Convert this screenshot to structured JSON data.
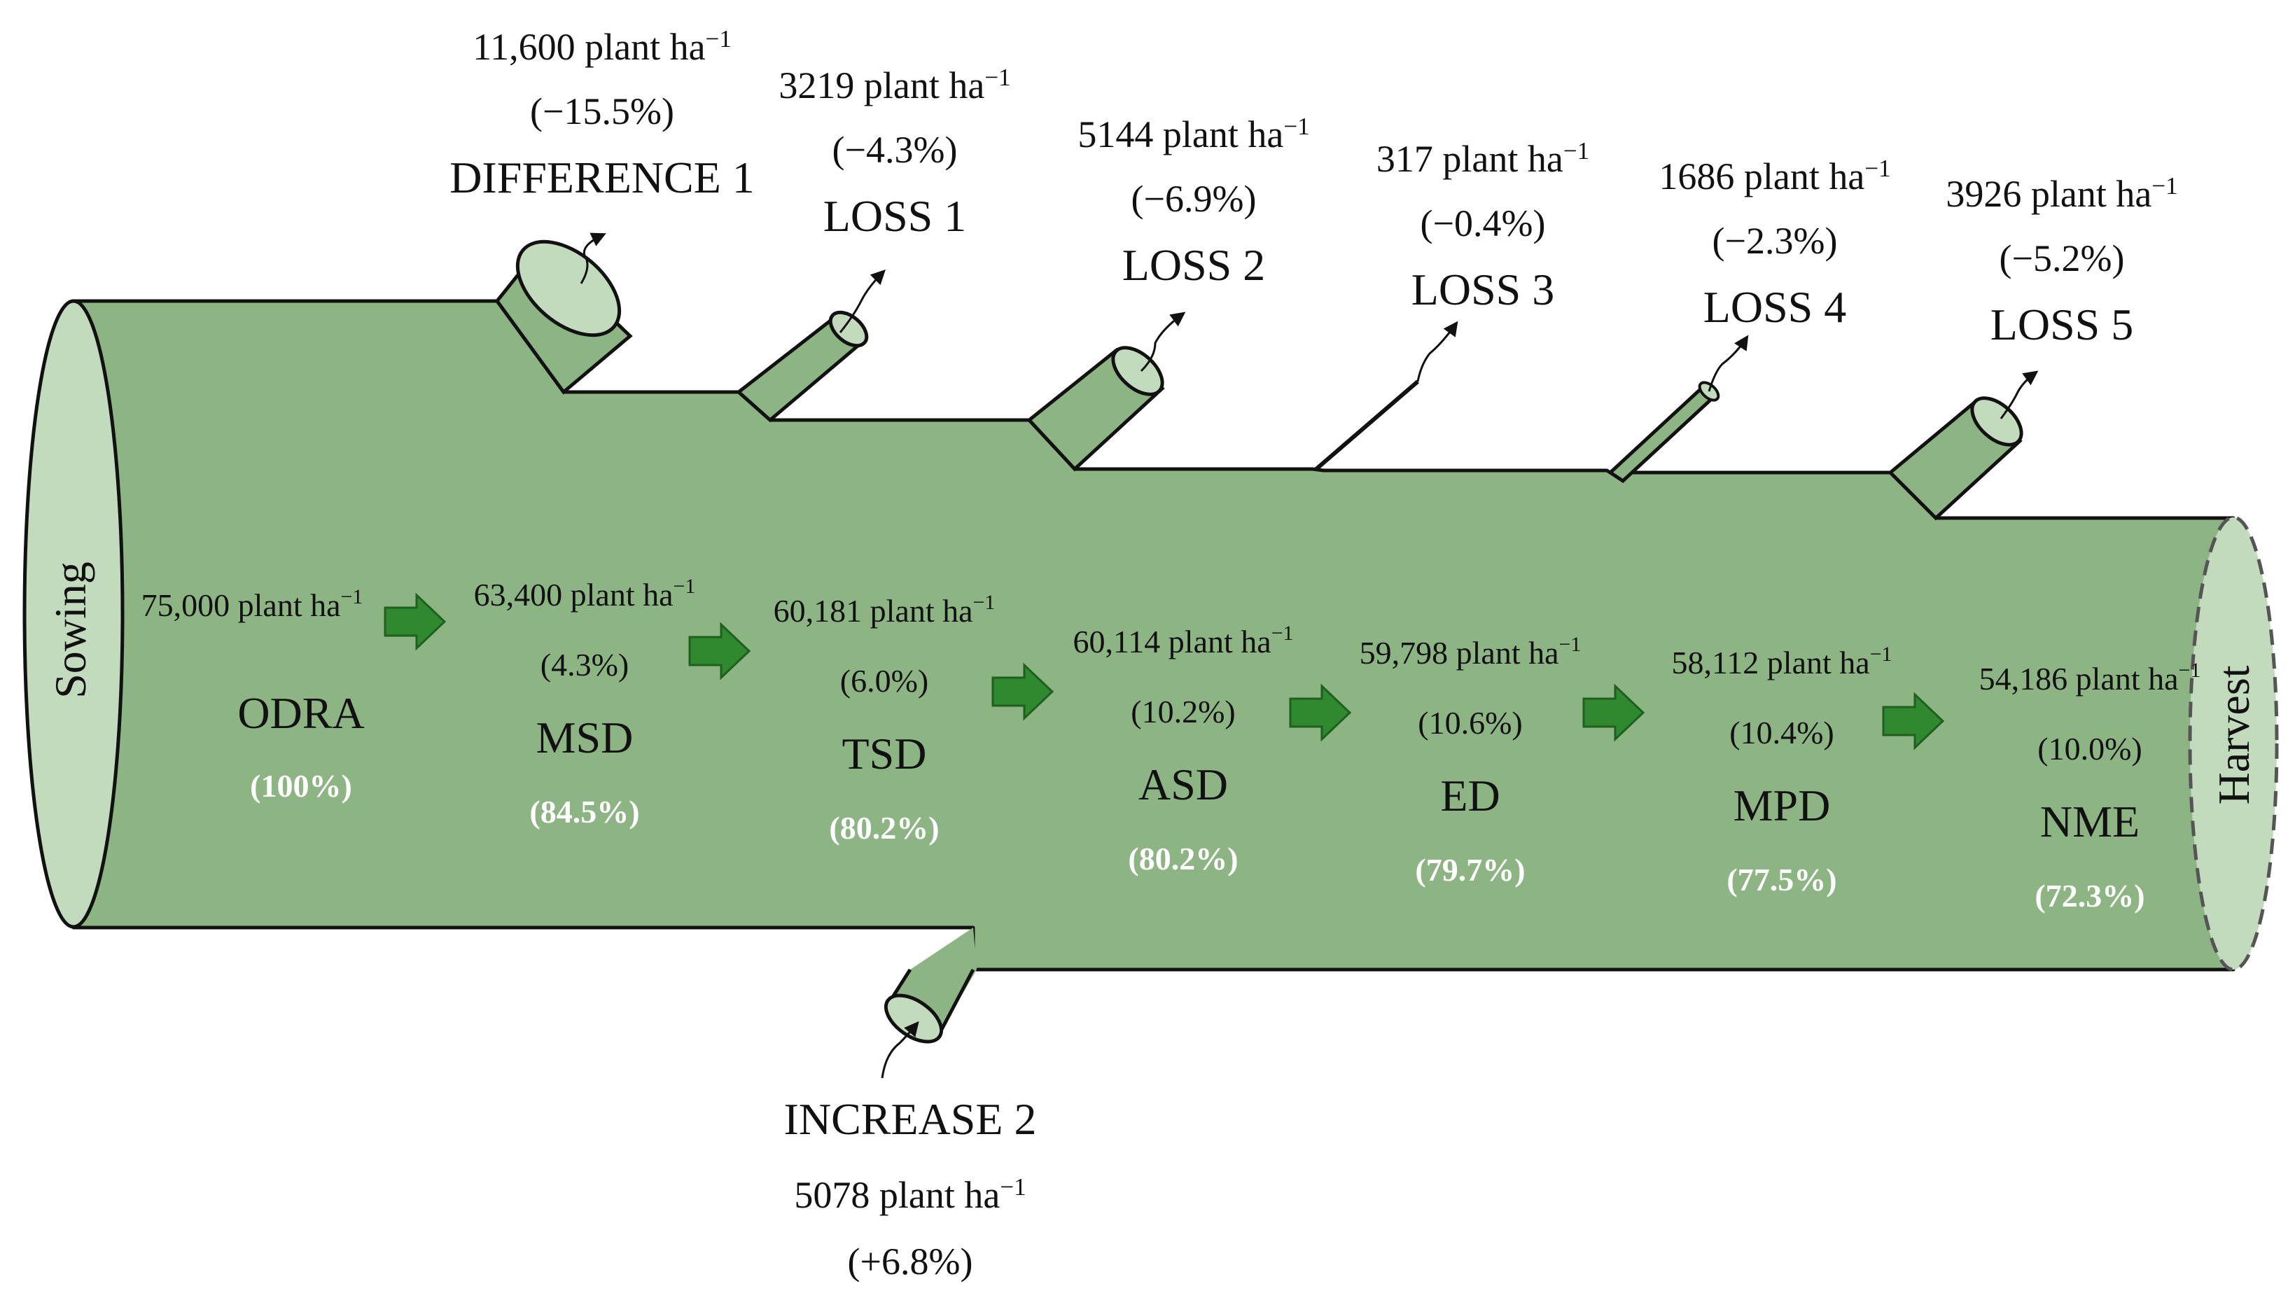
{
  "ends": {
    "start": "Sowing",
    "end": "Harvest"
  },
  "colors": {
    "body": "#8db584",
    "cap": "#c3dbbd",
    "arrow": "#2f8a2f",
    "outline": "#111111"
  },
  "top_labels": [
    {
      "id": "difference-1",
      "count": "11,600 plant ha",
      "exp": "−1",
      "pct": "(−15.5%)",
      "name": "DIFFERENCE 1"
    },
    {
      "id": "loss-1",
      "count": "3219 plant ha",
      "exp": "−1",
      "pct": "(−4.3%)",
      "name": "LOSS 1"
    },
    {
      "id": "loss-2",
      "count": "5144 plant ha",
      "exp": "−1",
      "pct": "(−6.9%)",
      "name": "LOSS 2"
    },
    {
      "id": "loss-3",
      "count": "317 plant ha",
      "exp": "−1",
      "pct": "(−0.4%)",
      "name": "LOSS 3"
    },
    {
      "id": "loss-4",
      "count": "1686 plant ha",
      "exp": "−1",
      "pct": "(−2.3%)",
      "name": "LOSS 4"
    },
    {
      "id": "loss-5",
      "count": "3926 plant ha",
      "exp": "−1",
      "pct": "(−5.2%)",
      "name": "LOSS 5"
    }
  ],
  "bottom_label": {
    "name": "INCREASE 2",
    "count": "5078 plant ha",
    "exp": "−1",
    "pct": "(+6.8%)"
  },
  "stages": [
    {
      "count": "75,000 plant ha",
      "exp": "−1",
      "cv": "",
      "name": "ODRA",
      "pct": "(100%)"
    },
    {
      "count": "63,400 plant ha",
      "exp": "−1",
      "cv": "(4.3%)",
      "name": "MSD",
      "pct": "(84.5%)"
    },
    {
      "count": "60,181 plant ha",
      "exp": "−1",
      "cv": "(6.0%)",
      "name": "TSD",
      "pct": "(80.2%)"
    },
    {
      "count": "60,114 plant ha",
      "exp": "−1",
      "cv": "(10.2%)",
      "name": "ASD",
      "pct": "(80.2%)"
    },
    {
      "count": "59,798 plant ha",
      "exp": "−1",
      "cv": "(10.6%)",
      "name": "ED",
      "pct": "(79.7%)"
    },
    {
      "count": "58,112 plant ha",
      "exp": "−1",
      "cv": "(10.4%)",
      "name": "MPD",
      "pct": "(77.5%)"
    },
    {
      "count": "54,186 plant ha",
      "exp": "−1",
      "cv": "(10.0%)",
      "name": "NME",
      "pct": "(72.3%)"
    }
  ]
}
